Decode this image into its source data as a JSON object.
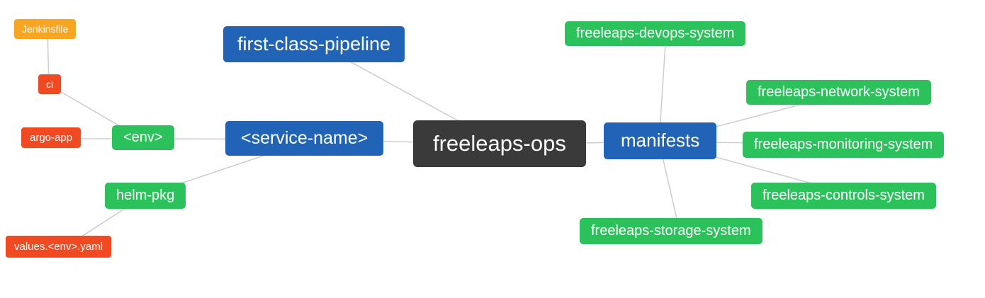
{
  "diagram": {
    "title": "freeleaps-ops repository structure mind map",
    "colors": {
      "blue": "#2163b6",
      "green": "#2bc25c",
      "red": "#f14a22",
      "orange": "#f6a623",
      "dark": "#3a3a3a",
      "edge": "#cfcfcf",
      "background": "#ffffff"
    },
    "nodes": {
      "freeleaps_ops": {
        "label": "freeleaps-ops"
      },
      "first_class_pipeline": {
        "label": "first-class-pipeline"
      },
      "service_name": {
        "label": "<service-name>"
      },
      "env": {
        "label": "<env>"
      },
      "ci": {
        "label": "ci"
      },
      "jenkinsfile": {
        "label": "Jenkinsfile"
      },
      "argo_app": {
        "label": "argo-app"
      },
      "helm_pkg": {
        "label": "helm-pkg"
      },
      "values_env_yaml": {
        "label": "values.<env>.yaml"
      },
      "manifests": {
        "label": "manifests"
      },
      "devops_system": {
        "label": "freeleaps-devops-system"
      },
      "network_system": {
        "label": "freeleaps-network-system"
      },
      "monitoring_system": {
        "label": "freeleaps-monitoring-system"
      },
      "controls_system": {
        "label": "freeleaps-controls-system"
      },
      "storage_system": {
        "label": "freeleaps-storage-system"
      }
    },
    "edges": [
      {
        "from": "Jenkinsfile",
        "to": "ci"
      },
      {
        "from": "ci",
        "to": "<env>"
      },
      {
        "from": "argo-app",
        "to": "<env>"
      },
      {
        "from": "<env>",
        "to": "<service-name>"
      },
      {
        "from": "first-class-pipeline",
        "to": "freeleaps-ops"
      },
      {
        "from": "<service-name>",
        "to": "freeleaps-ops"
      },
      {
        "from": "helm-pkg",
        "to": "<service-name>"
      },
      {
        "from": "values.<env>.yaml",
        "to": "helm-pkg"
      },
      {
        "from": "freeleaps-ops",
        "to": "manifests"
      },
      {
        "from": "manifests",
        "to": "freeleaps-devops-system"
      },
      {
        "from": "manifests",
        "to": "freeleaps-network-system"
      },
      {
        "from": "manifests",
        "to": "freeleaps-monitoring-system"
      },
      {
        "from": "manifests",
        "to": "freeleaps-controls-system"
      },
      {
        "from": "manifests",
        "to": "freeleaps-storage-system"
      }
    ]
  }
}
